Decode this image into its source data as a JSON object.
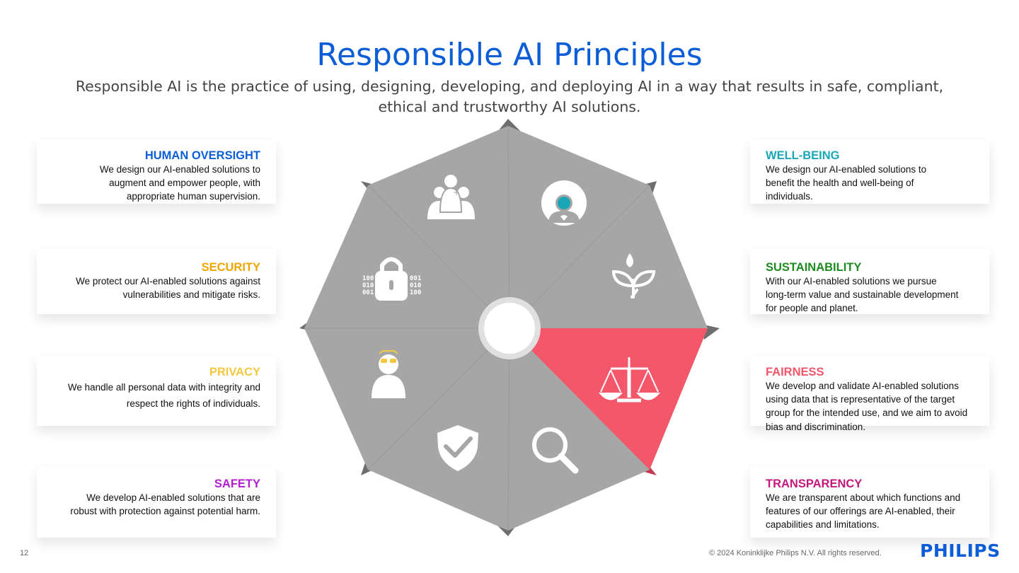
{
  "title": "Responsible AI Principles",
  "subtitle": "Responsible AI is the practice of using, designing, developing, and deploying AI in a way that results in safe, compliant, ethical and trustworthy AI solutions.",
  "principles": {
    "human_oversight": {
      "title": "HUMAN OVERSIGHT",
      "text": "We design our AI-enabled solutions to augment and empower people, with appropriate human supervision.",
      "color": "#0b5ed7"
    },
    "security": {
      "title": "SECURITY",
      "text": "We protect our AI-enabled solutions against vulnerabilities and mitigate risks.",
      "color": "#f0a500"
    },
    "privacy": {
      "title": "PRIVACY",
      "text": "We handle all personal data with integrity and respect the rights of individuals.",
      "color": "#f5c842"
    },
    "safety": {
      "title": "SAFETY",
      "text": "We develop AI-enabled solutions that are robust with protection against potential harm.",
      "color": "#b21fcf"
    },
    "well_being": {
      "title": "WELL-BEING",
      "text": "We design our AI-enabled solutions to benefit the health and well-being of individuals.",
      "color": "#1aa7b5"
    },
    "sustainability": {
      "title": "SUSTAINABILITY",
      "text": "With our AI-enabled solutions we pursue long-term value and sustainable development for people and planet.",
      "color": "#1f8a1f"
    },
    "fairness": {
      "title": "FAIRNESS",
      "text": "We develop and validate AI-enabled solutions using data that is representative of the target group for the intended use, and we aim to avoid bias and discrimination.",
      "color": "#f1566a"
    },
    "transparency": {
      "title": "TRANSPARENCY",
      "text": "We are transparent about which functions and features of our offerings are AI-enabled, their capabilities and limitations.",
      "color": "#c4187c"
    }
  },
  "wheel": {
    "base_color": "#a6a6a6",
    "highlight_color": "#f4566a",
    "highlight_segment": "fairness",
    "icons": [
      "people-icon",
      "wellbeing-person-icon",
      "sprout-icon",
      "scales-icon",
      "magnifier-icon",
      "shield-check-icon",
      "incognito-person-icon",
      "padlock-binary-icon"
    ]
  },
  "footer": {
    "page_number": "12",
    "copyright": "© 2024 Koninklijke Philips N.V. All rights reserved.",
    "logo": "PHILIPS"
  }
}
